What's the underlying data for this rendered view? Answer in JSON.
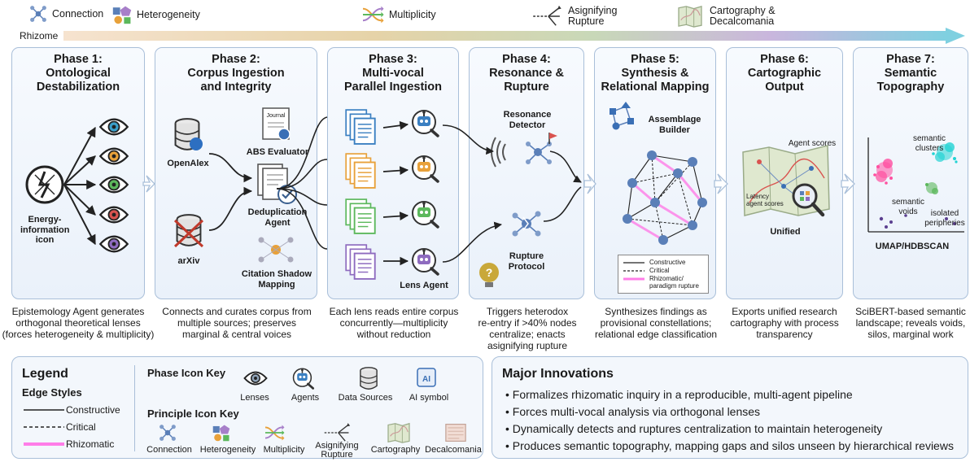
{
  "top_key": {
    "connection": "Connection",
    "heterogeneity": "Heterogeneity",
    "multiplicity": "Multiplicity",
    "asignifying_rupture": [
      "Asignifying",
      "Rupture"
    ],
    "cartography_decalcomania": [
      "Cartography &",
      "Decalcomania"
    ],
    "rhizome": "Rhizome"
  },
  "colors": {
    "panel_border": "#a9bfd9",
    "lens_blue": "#3a9fc9",
    "lens_orange": "#e8a13a",
    "lens_green": "#5cb85c",
    "lens_red": "#d9534f",
    "lens_purple": "#8e6bbf",
    "rhizomatic_pink": "#ff7de8",
    "node_blue": "#5a7fb8"
  },
  "phases": [
    {
      "title": [
        "Phase 1:",
        "Ontological",
        "Destabilization"
      ],
      "labels": {
        "icon": [
          "Energy-",
          "information",
          "icon"
        ]
      },
      "description": [
        "Epistemology Agent generates",
        "orthogonal theoretical lenses",
        "(forces heterogeneity & multiplicity)"
      ]
    },
    {
      "title": [
        "Phase 2:",
        "Corpus Ingestion",
        "and Integrity"
      ],
      "labels": {
        "journal": "Journal",
        "openalex": "OpenAlex",
        "abs": "ABS Evaluator",
        "dedup": [
          "Deduplication",
          "Agent"
        ],
        "arxiv": "arXiv",
        "shadow": [
          "Citation Shadow",
          "Mapping"
        ]
      },
      "description": [
        "Connects and curates corpus from",
        "multiple sources; preserves",
        "marginal & central voices"
      ]
    },
    {
      "title": [
        "Phase 3:",
        "Multi-vocal",
        "Parallel Ingestion"
      ],
      "labels": {
        "lens_agent": "Lens Agent"
      },
      "description": [
        "Each lens reads entire corpus",
        "concurrently—multiplicity",
        "without reduction"
      ]
    },
    {
      "title": [
        "Phase 4:",
        "Resonance &",
        "Rupture"
      ],
      "labels": {
        "resonance": [
          "Resonance",
          "Detector"
        ],
        "rupture": [
          "Rupture",
          "Protocol"
        ]
      },
      "description": [
        "Triggers heterodox",
        "re-entry if >40% nodes",
        "centralize; enacts",
        "asignifying rupture"
      ]
    },
    {
      "title": [
        "Phase 5:",
        "Synthesis &",
        "Relational Mapping"
      ],
      "labels": {
        "assemblage": [
          "Assemblage",
          "Builder"
        ],
        "legend_constructive": "Constructive",
        "legend_critical": "Critical",
        "legend_rhizomatic": [
          "Rhizomatic/",
          "paradigm rupture"
        ]
      },
      "description": [
        "Synthesizes findings as",
        "provisional constellations;",
        "relational edge classification"
      ]
    },
    {
      "title": [
        "Phase 6:",
        "Cartographic",
        "Output"
      ],
      "labels": {
        "agent_scores": "Agent scores",
        "latency": [
          "Latency",
          "agent scores"
        ],
        "unified": "Unified"
      },
      "description": [
        "Exports unified research",
        "cartography with process",
        "transparency"
      ]
    },
    {
      "title": [
        "Phase 7:",
        "Semantic",
        "Topography"
      ],
      "labels": {
        "clusters": [
          "semantic",
          "clusters"
        ],
        "voids": [
          "semantic",
          "voids"
        ],
        "peripheries": [
          "isolated",
          "peripheries"
        ],
        "umap": "UMAP/HDBSCAN"
      },
      "description": [
        "SciBERT-based semantic",
        "landscape; reveals voids,",
        "silos, marginal work"
      ]
    }
  ],
  "legend": {
    "title": "Legend",
    "edge_styles": "Edge Styles",
    "constructive": "Constructive",
    "critical": "Critical",
    "rhizomatic": "Rhizomatic",
    "phase_icon_key": "Phase Icon Key",
    "phase_icons": [
      "Lenses",
      "Agents",
      "Data Sources",
      "AI symbol"
    ],
    "ai_glyph": "AI",
    "principle_icon_key": "Principle Icon Key",
    "principle_icons": [
      "Connection",
      "Heterogeneity",
      "Multiplicity",
      [
        "Asignifying",
        "Rupture"
      ],
      "Cartography",
      "Decalcomania"
    ]
  },
  "innovations": {
    "title": "Major Innovations",
    "items": [
      "Formalizes rhizomatic inquiry in a reproducible, multi-agent pipeline",
      "Forces multi-vocal analysis via orthogonal lenses",
      "Dynamically detects and ruptures centralization to maintain heterogeneity",
      "Produces semantic topography, mapping gaps and silos unseen by hierarchical reviews"
    ]
  }
}
